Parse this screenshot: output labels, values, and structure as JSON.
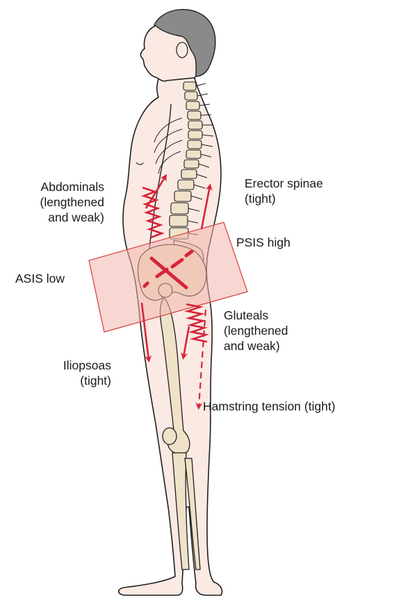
{
  "labels": {
    "abdominals": [
      "Abdominals",
      "(lengthened",
      "and weak)"
    ],
    "erector": [
      "Erector spinae",
      "(tight)"
    ],
    "psis": "PSIS high",
    "asis": "ASIS low",
    "gluteals": [
      "Gluteals",
      "(lengthened",
      "and weak)"
    ],
    "iliopsoas": [
      "Iliopsoas",
      "(tight)"
    ],
    "hamstring": "Hamstring tension (tight)"
  },
  "colors": {
    "skin": "#fbe9e3",
    "outline": "#1f1f1f",
    "bone": "#efe2c8",
    "hair": "#8a8a8a",
    "arrow_red": "#d6243a",
    "pelvis_box": "#f2b4ad",
    "pelvis_box_edge": "#d8494a"
  }
}
